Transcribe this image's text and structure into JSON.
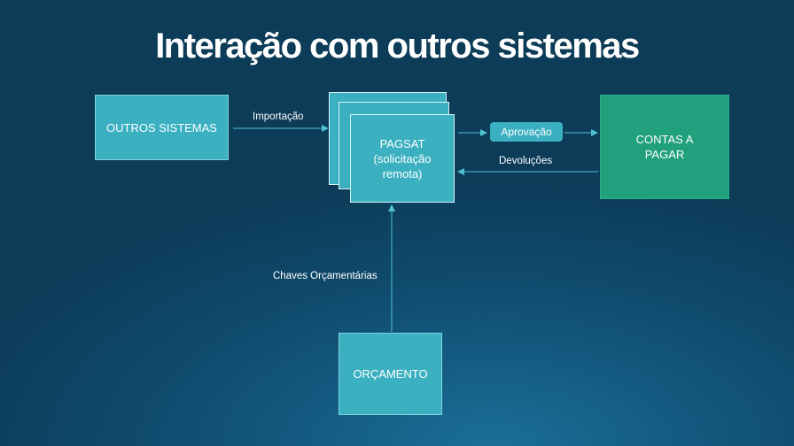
{
  "title": "Interação com outros sistemas",
  "nodes": {
    "outros_sistemas": "OUTROS SISTEMAS",
    "pagsat": "PAGSAT\n(solicitação\nremota)",
    "contas_a_pagar": "CONTAS A\nPAGAR",
    "orcamento": "ORÇAMENTO",
    "aprovacao": "Aprovação"
  },
  "edges": {
    "importacao": "Importação",
    "devolucoes": "Devoluções",
    "chaves_orcamentarias": "Chaves Orçamentárias"
  },
  "colors": {
    "box": "#3ab0c0",
    "green_box": "#20a07c",
    "arrow": "#4fc3d3"
  }
}
